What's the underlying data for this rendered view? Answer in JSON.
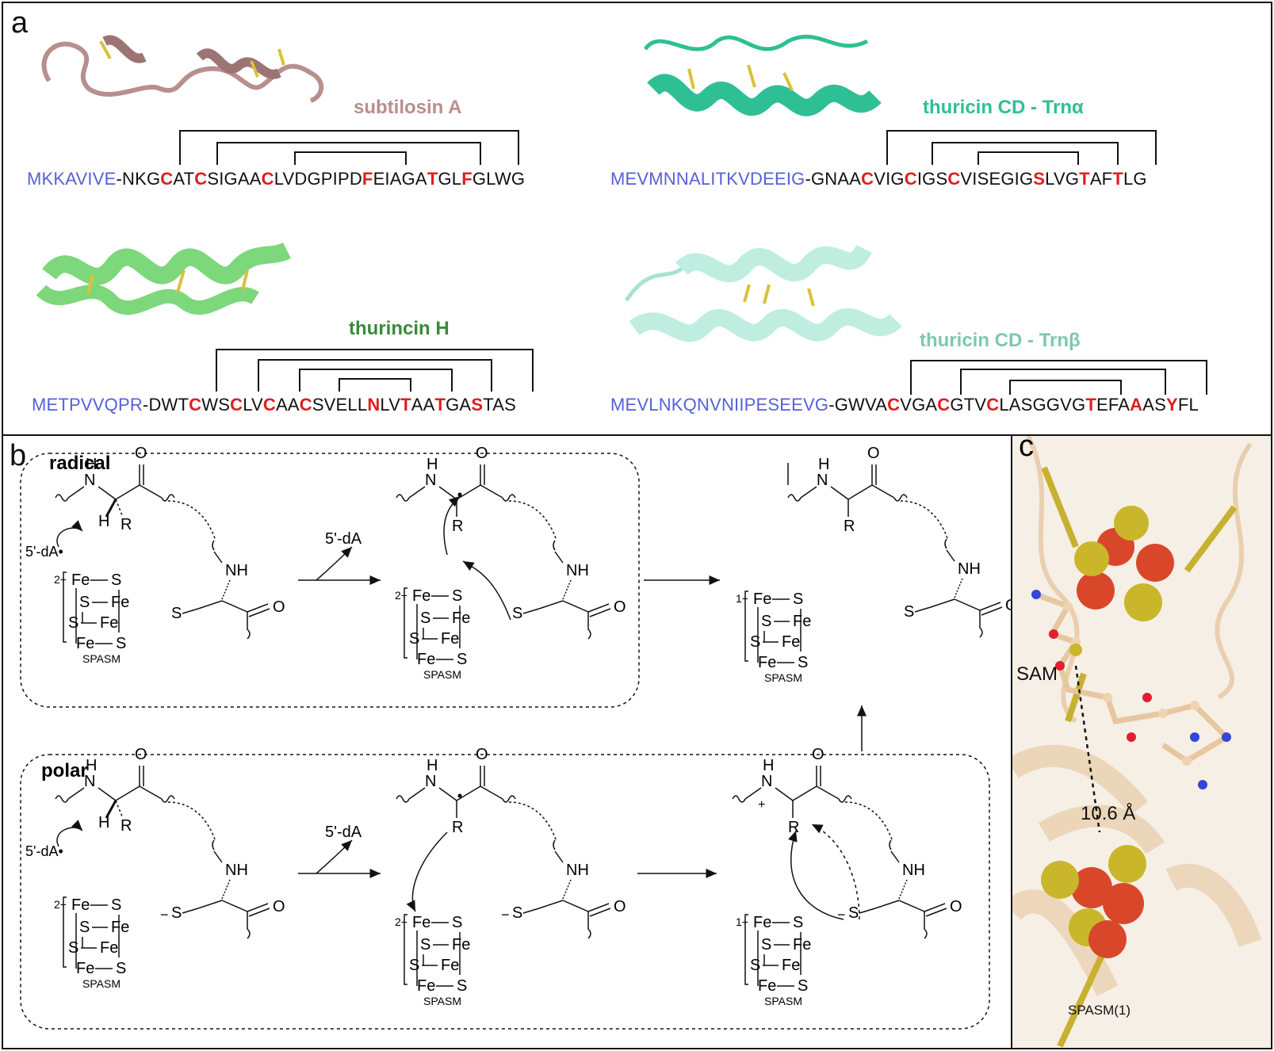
{
  "figure": {
    "panel_labels": {
      "a": "a",
      "b": "b",
      "c": "c"
    },
    "colors": {
      "leader": "#5561d6",
      "highlight": "#e11d1d",
      "subtilosin": "#b88f8e",
      "trnalpha": "#2fbf94",
      "thurincin": "#3a8a38",
      "trnbeta": "#7fc7b2"
    },
    "peptides": [
      {
        "name": "subtilosin A",
        "leader": "MKKAVIVE",
        "core": [
          "-NKG",
          "C",
          "AT",
          "C",
          "SIGAA",
          "C",
          "LVDGPIPD",
          "F",
          "EIAGA",
          "T",
          "GL",
          "F",
          "GLWG"
        ]
      },
      {
        "name": "thuricin CD - Trnα",
        "leader": "MEVMNNALITKVDEEIG",
        "core": [
          "-GNAA",
          "C",
          "VIG",
          "C",
          "IGS",
          "C",
          "VISEGIG",
          "S",
          "LVG",
          "T",
          "AF",
          "T",
          "LG"
        ]
      },
      {
        "name": "thurincin H",
        "leader": "METPVVQPR",
        "core": [
          "-DWT",
          "C",
          "WS",
          "C",
          "LV",
          "C",
          "AA",
          "C",
          "SVELL",
          "N",
          "LV",
          "T",
          "AA",
          "T",
          "GA",
          "S",
          "TAS"
        ]
      },
      {
        "name": "thuricin CD - Trnβ",
        "leader": "MEVLNKQNVNIIPESEEVG",
        "core": [
          "-GWVA",
          "C",
          "VGA",
          "C",
          "GTV",
          "C",
          "LASGGVG",
          "T",
          "EFA",
          "A",
          "AS",
          "Y",
          "FL"
        ]
      }
    ],
    "mechanism": {
      "radical_label": "radical",
      "polar_label": "polar",
      "byproduct": "5'-dA",
      "radical_donor": "5'-dA•",
      "cluster_label": "SPASM",
      "cluster_charge_2": "2+",
      "cluster_charge_1": "1+",
      "atoms": {
        "Fe": "Fe",
        "S": "S",
        "H": "H",
        "N": "N",
        "NH": "NH",
        "O": "O",
        "R": "R",
        "S_minus": "S",
        "minus": "−",
        "plus": "+"
      }
    },
    "structure_c": {
      "sam_label": "SAM",
      "distance_label": "10.6 Å",
      "cluster_label": "SPASM(1)"
    }
  }
}
